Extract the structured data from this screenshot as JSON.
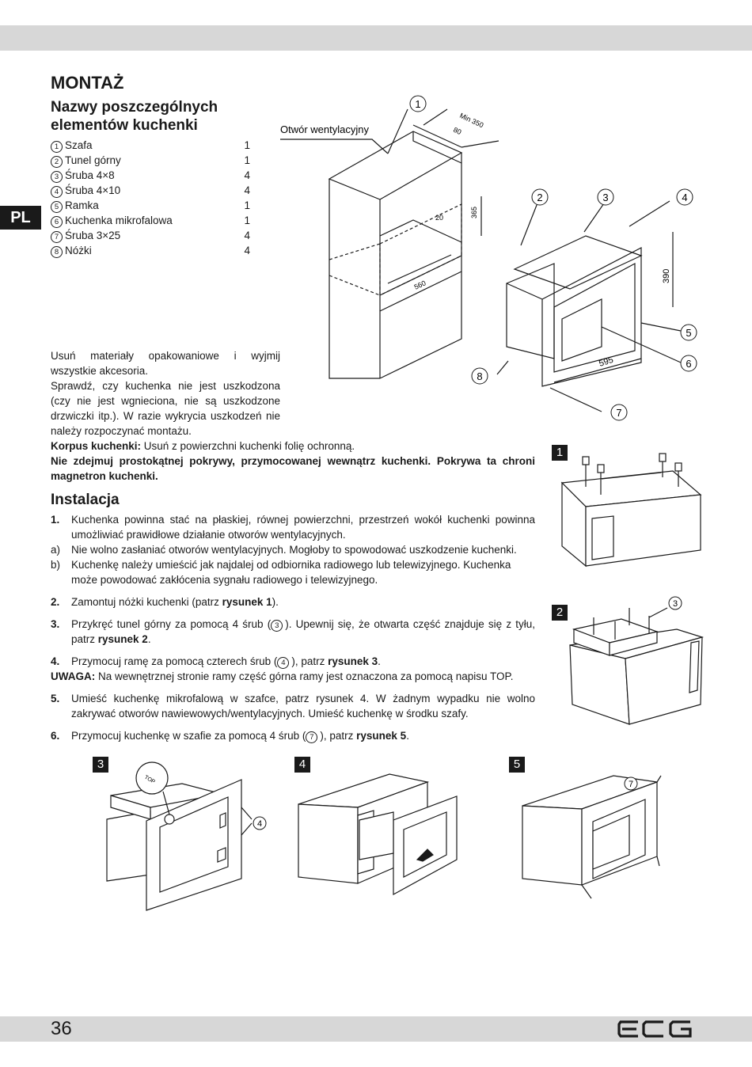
{
  "header": {
    "lang": "PL"
  },
  "title": "MONTAŻ",
  "subtitle": "Nazwy poszczególnych elementów kuchenki",
  "parts": [
    {
      "num": "1",
      "name": "Szafa",
      "qty": "1"
    },
    {
      "num": "2",
      "name": "Tunel górny",
      "qty": "1"
    },
    {
      "num": "3",
      "name": "Śruba 4×8",
      "qty": "4"
    },
    {
      "num": "4",
      "name": "Śruba 4×10",
      "qty": "4"
    },
    {
      "num": "5",
      "name": "Ramka",
      "qty": "1"
    },
    {
      "num": "6",
      "name": "Kuchenka mikrofalowa",
      "qty": "1"
    },
    {
      "num": "7",
      "name": "Śruba 3×25",
      "qty": "4"
    },
    {
      "num": "8",
      "name": "Nóżki",
      "qty": "4"
    }
  ],
  "intro": {
    "p1": "Usuń materiały opakowaniowe i wyjmij wszystkie akcesoria.",
    "p2": "Sprawdź, czy kuchenka nie jest uszkodzona (czy nie jest wgnieciona, nie są uszkodzone drzwiczki itp.). W razie wykrycia uszkodzeń nie należy rozpoczynać montażu."
  },
  "body_notes": {
    "korpus_label": "Korpus kuchenki:",
    "korpus_text": " Usuń z powierzchni kuchenki folię ochronną.",
    "warning": "Nie zdejmuj prostokątnej pokrywy, przymocowanej wewnątrz kuchenki. Pokrywa ta chroni magnetron kuchenki."
  },
  "install": {
    "heading": "Instalacja",
    "s1_num": "1.",
    "s1_text": "Kuchenka powinna stać na płaskiej, równej powierzchni, przestrzeń wokół kuchenki powinna umożliwiać prawidłowe działanie otworów wentylacyjnych.",
    "sa_num": "a)",
    "sa_text": "Nie wolno zasłaniać otworów wentylacyjnych. Mogłoby to spowodować uszkodzenie kuchenki.",
    "sb_num": "b)",
    "sb_text": "Kuchenkę należy umieścić jak najdalej od odbiornika radiowego lub telewizyjnego. Kuchenka może powodować zakłócenia sygnału radiowego i telewizyjnego.",
    "s2_num": "2.",
    "s2_pre": "Zamontuj nóżki kuchenki (patrz ",
    "s2_bold": "rysunek 1",
    "s2_post": ").",
    "s3_num": "3.",
    "s3_pre": "Przykręć tunel górny za pomocą 4 śrub (",
    "s3_circ": "3",
    "s3_mid": "). Upewnij się, że otwarta część znajduje się z tyłu, patrz ",
    "s3_bold": "rysunek 2",
    "s3_post": ".",
    "s4_num": "4.",
    "s4_pre": "Przymocuj ramę za pomocą czterech śrub (",
    "s4_circ": "4",
    "s4_mid": "), patrz ",
    "s4_bold": "rysunek 3",
    "s4_post": ".",
    "uwaga_label": "UWAGA:",
    "uwaga_text": " Na wewnętrznej stronie ramy część górna ramy jest oznaczona za pomocą napisu TOP.",
    "s5_num": "5.",
    "s5_text": "Umieść kuchenkę mikrofalową w szafce, patrz rysunek 4. W żadnym wypadku nie wolno zakrywać otworów nawiewowych/wentylacyjnych. Umieść kuchenkę w środku szafy.",
    "s6_num": "6.",
    "s6_pre": "Przymocuj kuchenkę w szafie za pomocą 4 śrub (",
    "s6_circ": "7",
    "s6_mid": "), patrz ",
    "s6_bold": "rysunek 5",
    "s6_post": "."
  },
  "main_figure": {
    "vent_label": "Otwór wentylacyjny",
    "dim_min350": "Min 350",
    "dim_80": "80",
    "dim_20": "20",
    "dim_365": "365",
    "dim_560": "560",
    "dim_390": "390",
    "dim_595": "595",
    "c1": "1",
    "c2": "2",
    "c3": "3",
    "c4": "4",
    "c5": "5",
    "c6": "6",
    "c7": "7",
    "c8": "8"
  },
  "figures": {
    "f1": "1",
    "f2": "2",
    "f3": "3",
    "f4": "4",
    "f5": "5",
    "f2_callout": "3",
    "f3_callout": "4",
    "f5_callout": "7",
    "f3_top": "TOP"
  },
  "footer": {
    "page": "36",
    "brand": "ECG"
  }
}
